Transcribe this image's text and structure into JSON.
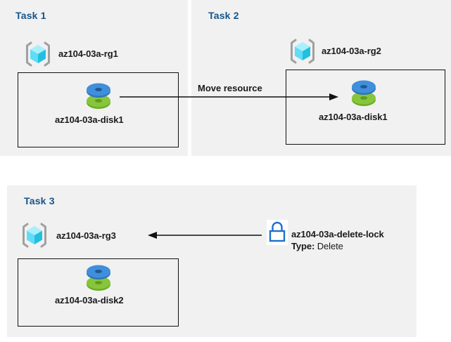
{
  "diagram": {
    "title_color": "#17558a",
    "panel_bg": "#f1f1f1",
    "page_bg": "#ffffff"
  },
  "panels": [
    {
      "id": "task1",
      "title": "Task 1",
      "resource_group": {
        "icon": "resource-group-cube-icon",
        "label": "az104-03a-rg1"
      },
      "resource": {
        "icon": "managed-disk-icon",
        "label": "az104-03a-disk1"
      }
    },
    {
      "id": "task2",
      "title": "Task 2",
      "resource_group": {
        "icon": "resource-group-cube-icon",
        "label": "az104-03a-rg2"
      },
      "resource": {
        "icon": "managed-disk-icon",
        "label": "az104-03a-disk1"
      }
    },
    {
      "id": "task3",
      "title": "Task 3",
      "resource_group": {
        "icon": "resource-group-cube-icon",
        "label": "az104-03a-rg3"
      },
      "resource": {
        "icon": "managed-disk-icon",
        "label": "az104-03a-disk2"
      },
      "lock": {
        "icon": "padlock-icon",
        "label": "az104-03a-delete-lock",
        "type_key": "Type:",
        "type_value": "Delete"
      }
    }
  ],
  "connectors": [
    {
      "id": "move-resource",
      "label": "Move resource",
      "direction": "right"
    },
    {
      "id": "apply-lock",
      "label": "",
      "direction": "left"
    }
  ],
  "colors": {
    "disk_top": "#3f8fdc",
    "disk_bottom": "#77bc1f",
    "cube": "#4fd7f5",
    "bracket": "#a0a0a0",
    "lock": "#1f6fd0",
    "stroke": "#111111"
  }
}
